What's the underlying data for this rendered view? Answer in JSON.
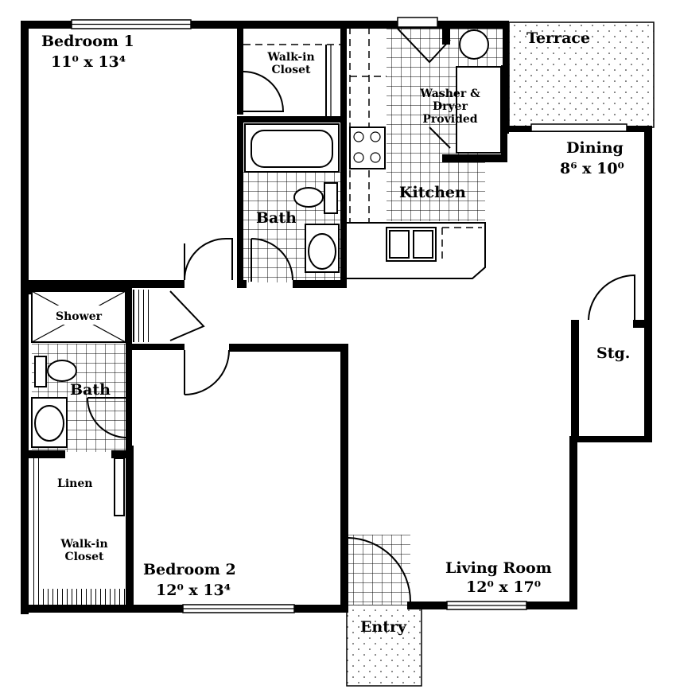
{
  "rooms": {
    "bedroom1": {
      "name": "Bedroom 1",
      "dims": "11⁰ x 13⁴"
    },
    "walkin_closet_1": {
      "name_line1": "Walk-in",
      "name_line2": "Closet"
    },
    "washer_dryer": {
      "line1": "Washer &",
      "line2": "Dryer",
      "line3": "Provided"
    },
    "terrace": {
      "name": "Terrace"
    },
    "dining": {
      "name": "Dining",
      "dims": "8⁶ x 10⁰"
    },
    "kitchen": {
      "name": "Kitchen"
    },
    "bath1": {
      "name": "Bath"
    },
    "shower": {
      "name": "Shower"
    },
    "bath2": {
      "name": "Bath"
    },
    "storage": {
      "name": "Stg."
    },
    "linen": {
      "name": "Linen"
    },
    "walkin_closet_2": {
      "name_line1": "Walk-in",
      "name_line2": "Closet"
    },
    "bedroom2": {
      "name": "Bedroom 2",
      "dims": "12⁰ x 13⁴"
    },
    "living_room": {
      "name": "Living Room",
      "dims": "12⁰ x 17⁰"
    },
    "entry": {
      "name": "Entry"
    }
  }
}
